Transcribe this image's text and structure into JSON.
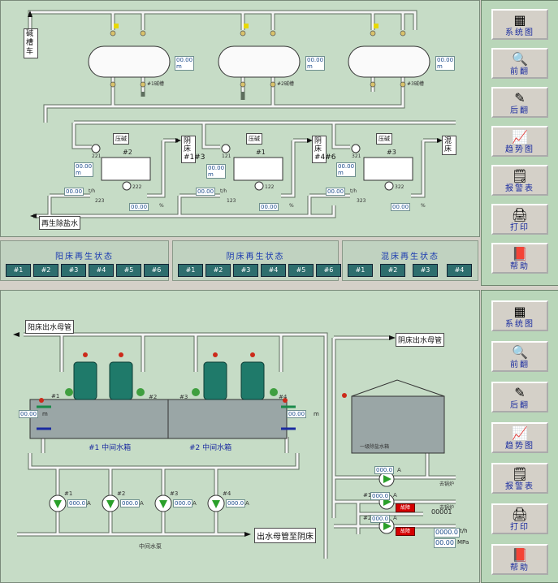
{
  "top": {
    "left_truck": "碱槽车",
    "tanks": [
      {
        "value": "00.00",
        "unit": "m",
        "label": "#1碱槽"
      },
      {
        "value": "00.00",
        "unit": "m",
        "label": "#2碱槽"
      },
      {
        "value": "00.00",
        "unit": "m",
        "label": "#3碱槽"
      }
    ],
    "units": [
      {
        "btn": "压碱",
        "num": "#2",
        "level": "00.00",
        "unit": "m",
        "pct": "00.00",
        "pct_unit": "%",
        "flow": "00.00",
        "flow_unit": "t/h",
        "v1": "221",
        "v2": "222",
        "v3": "223"
      },
      {
        "btn": "压碱",
        "num": "#1",
        "level": "00.00",
        "unit": "m",
        "pct": "00.00",
        "pct_unit": "%",
        "flow": "00.00",
        "flow_unit": "t/h",
        "v1": "121",
        "v2": "122",
        "v3": "123"
      },
      {
        "btn": "压碱",
        "num": "#3",
        "level": "00.00",
        "unit": "m",
        "pct": "00.00",
        "pct_unit": "%",
        "flow": "00.00",
        "flow_unit": "t/h",
        "v1": "321",
        "v2": "322",
        "v3": "323"
      }
    ],
    "bed_tags": [
      "阴床#1#3",
      "阴床#4#6",
      "混床"
    ],
    "regen_water": "再生除盐水"
  },
  "status": [
    {
      "title": "阳床再生状态",
      "buttons": [
        "#1",
        "#2",
        "#3",
        "#4",
        "#5",
        "#6"
      ]
    },
    {
      "title": "阴床再生状态",
      "buttons": [
        "#1",
        "#2",
        "#3",
        "#4",
        "#5",
        "#6"
      ]
    },
    {
      "title": "混床再生状态",
      "buttons": [
        "#1",
        "#2",
        "#3",
        "#4"
      ]
    }
  ],
  "bottom": {
    "header_left": "阳床出水母管",
    "header_right": "阴床出水母管",
    "tank_left_label": "#1 中间水箱",
    "tank_right_label": "#2 中间水箱",
    "level_left": "00.00",
    "level_right": "00.00",
    "level_unit": "m",
    "towers": [
      "#1",
      "#2",
      "#3",
      "#4"
    ],
    "pumps": [
      {
        "num": "#1",
        "val": "000.0",
        "unit": "A"
      },
      {
        "num": "#2",
        "val": "000.0",
        "unit": "A"
      },
      {
        "num": "#3",
        "val": "000.0",
        "unit": "A"
      },
      {
        "num": "#4",
        "val": "000.0",
        "unit": "A"
      }
    ],
    "pump_label": "中间水泵",
    "out_label": "出水母管至阴床",
    "tank3_label": "一级除盐水箱",
    "rpumps": [
      {
        "num": "#1",
        "val": "000.0",
        "unit": "A"
      },
      {
        "num": "#2",
        "val": "000.0",
        "unit": "A"
      }
    ],
    "rp_top_val": "000.0",
    "rp_top_unit": "A",
    "fault": "故障",
    "right_text1": "去锅炉",
    "right_text2": "去锅炉",
    "counter": "00001",
    "flow": "0000.0",
    "flow_unit": "t/h",
    "press": "00.00",
    "press_unit": "MPa"
  },
  "nav": [
    "系统图",
    "前翻",
    "后翻",
    "趋势图",
    "报警表",
    "打印",
    "帮助"
  ],
  "colors": {
    "panel": "#c6dcc6",
    "pipe": "#f2f2f2",
    "tank": "#1f7a6a",
    "accent": "#1a3ab0"
  }
}
